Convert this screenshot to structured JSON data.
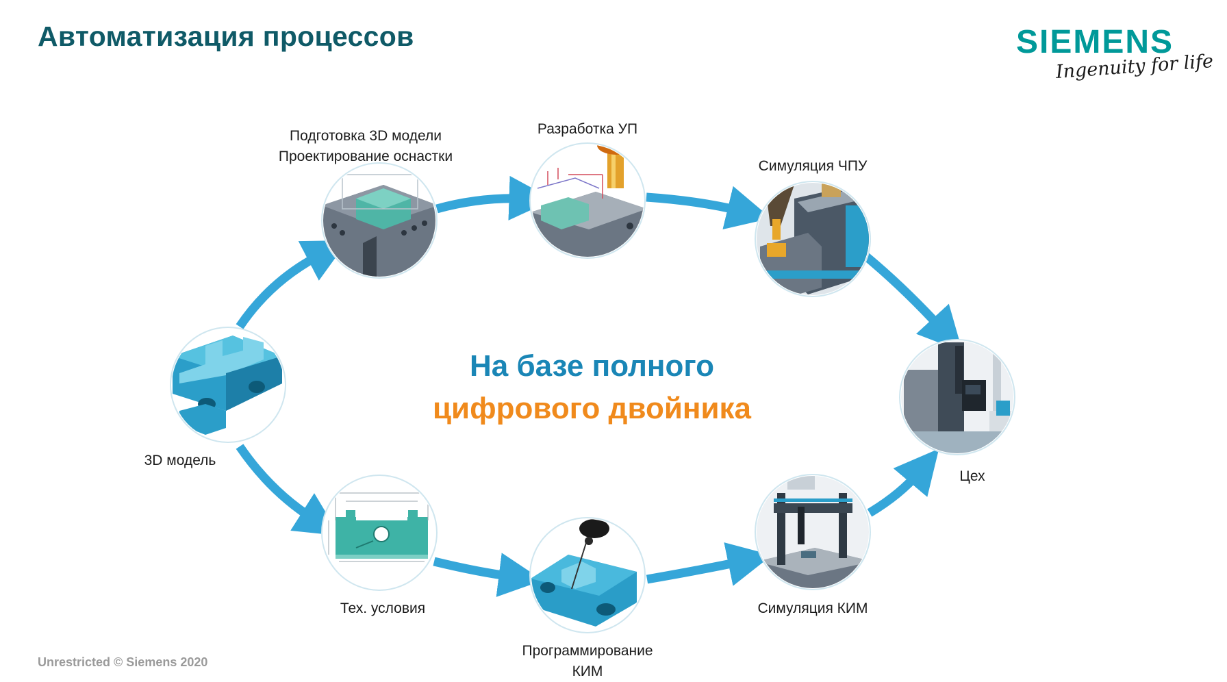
{
  "title": "Автоматизация процессов",
  "logo": {
    "wordmark": "SIEMENS",
    "tagline": "Ingenuity for life"
  },
  "center": {
    "line1": "На базе полного",
    "line2": "цифрового двойника"
  },
  "steps": {
    "prep_line1": "Подготовка 3D модели",
    "prep_line2": "Проектирование оснастки",
    "nc": "Разработка УП",
    "cnc_sim": "Симуляция ЧПУ",
    "shop": "Цех",
    "cmm_sim": "Симуляция КИМ",
    "cmm_prog_line1": "Программирование",
    "cmm_prog_line2": "КИМ",
    "tech": "Тех. условия",
    "model": "3D модель"
  },
  "footer": "Unrestricted © Siemens 2020",
  "colors": {
    "arrow": "#35a6d9",
    "cyan_part": "#3fb5d6",
    "title": "#0f5a67",
    "orange": "#f08a1c",
    "siemens": "#009999"
  }
}
